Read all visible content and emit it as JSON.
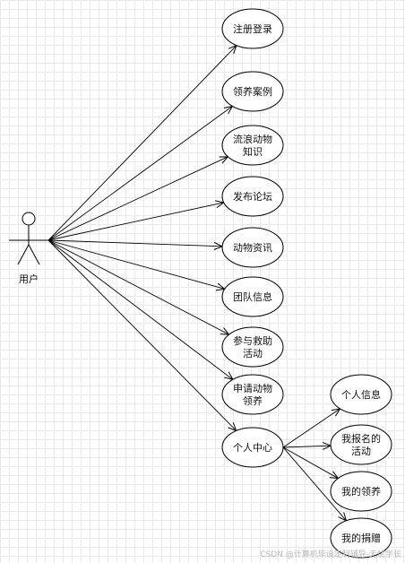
{
  "actor": {
    "label": "用户"
  },
  "use_cases": [
    {
      "id": "register",
      "lines": [
        "注册登录"
      ]
    },
    {
      "id": "adoption-cases",
      "lines": [
        "领养案例"
      ]
    },
    {
      "id": "stray-knowledge",
      "lines": [
        "流浪动物",
        "知识"
      ]
    },
    {
      "id": "publish-forum",
      "lines": [
        "发布论坛"
      ]
    },
    {
      "id": "animal-news",
      "lines": [
        "动物资讯"
      ]
    },
    {
      "id": "team-info",
      "lines": [
        "团队信息"
      ]
    },
    {
      "id": "join-rescue",
      "lines": [
        "参与救助",
        "活动"
      ]
    },
    {
      "id": "apply-adoption",
      "lines": [
        "申请动物",
        "领养"
      ]
    },
    {
      "id": "personal-center",
      "lines": [
        "个人中心"
      ]
    }
  ],
  "sub_use_cases": [
    {
      "id": "personal-info",
      "lines": [
        "个人信息"
      ]
    },
    {
      "id": "my-registered-activities",
      "lines": [
        "我报名的",
        "活动"
      ]
    },
    {
      "id": "my-adoptions",
      "lines": [
        "我的领养"
      ]
    },
    {
      "id": "my-donations",
      "lines": [
        "我的捐赠"
      ]
    }
  ],
  "watermark": "CSDN @计算机毕设定制辅导-无忧学长"
}
